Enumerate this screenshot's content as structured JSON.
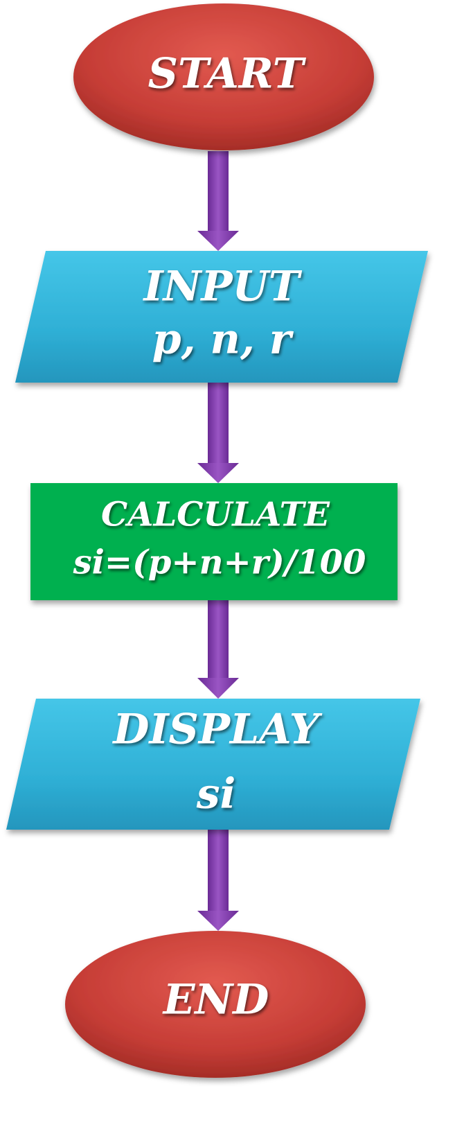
{
  "flowchart": {
    "start": {
      "label": "START",
      "shape": "ellipse",
      "color": "#c9413b"
    },
    "input": {
      "title": "INPUT",
      "vars": "p, n, r",
      "shape": "parallelogram",
      "color": "#2fb4d9"
    },
    "calculate": {
      "title": "CALCULATE",
      "formula": "si=(p+n+r)/100",
      "shape": "rectangle",
      "color": "#00b050"
    },
    "display": {
      "title": "DISPLAY",
      "vars": "si",
      "shape": "parallelogram",
      "color": "#2fb4d9"
    },
    "end": {
      "label": "END",
      "shape": "ellipse",
      "color": "#c9413b"
    },
    "arrow_color": "#7d3aa8"
  }
}
